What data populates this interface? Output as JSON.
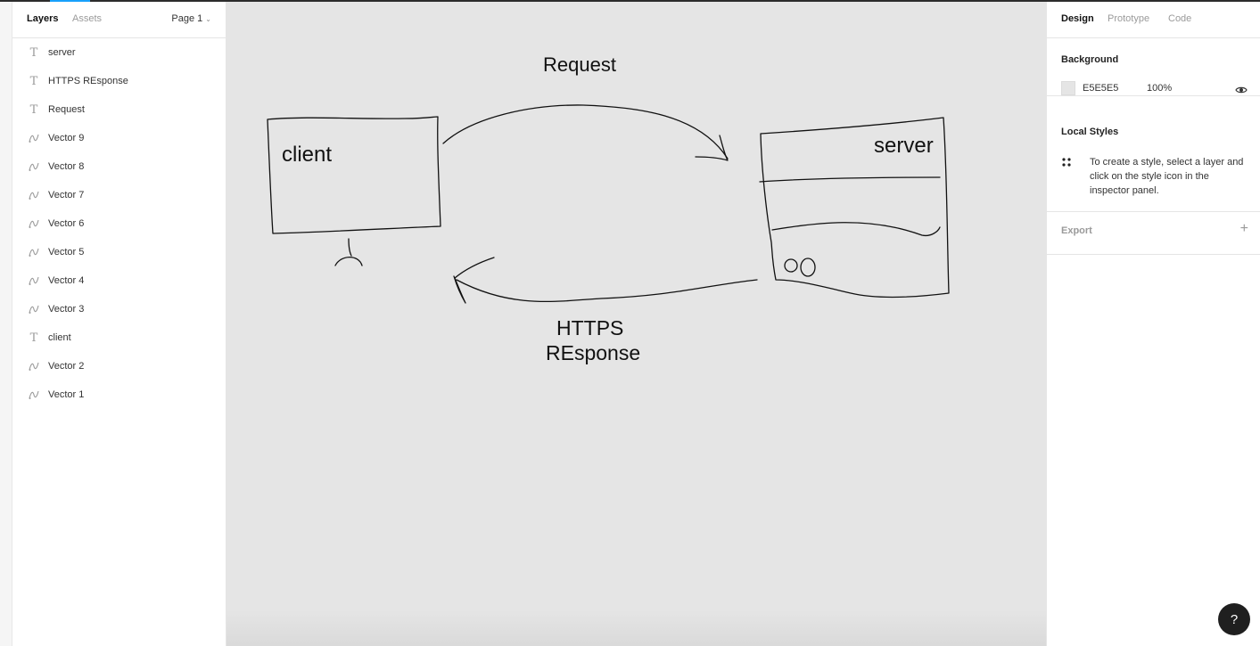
{
  "left_panel": {
    "tabs": [
      {
        "label": "Layers",
        "active": true
      },
      {
        "label": "Assets",
        "active": false
      }
    ],
    "page_selector": "Page 1",
    "layers": [
      {
        "name": "server",
        "type": "text"
      },
      {
        "name": "HTTPS REsponse",
        "type": "text"
      },
      {
        "name": "Request",
        "type": "text"
      },
      {
        "name": "Vector 9",
        "type": "vector"
      },
      {
        "name": "Vector 8",
        "type": "vector"
      },
      {
        "name": "Vector 7",
        "type": "vector"
      },
      {
        "name": "Vector 6",
        "type": "vector"
      },
      {
        "name": "Vector 5",
        "type": "vector"
      },
      {
        "name": "Vector 4",
        "type": "vector"
      },
      {
        "name": "Vector 3",
        "type": "vector"
      },
      {
        "name": "client",
        "type": "text"
      },
      {
        "name": "Vector 2",
        "type": "vector"
      },
      {
        "name": "Vector 1",
        "type": "vector"
      }
    ]
  },
  "canvas": {
    "background": "#E5E5E5",
    "texts": {
      "request": "Request",
      "client": "client",
      "server": "server",
      "response_line1": "HTTPS",
      "response_line2": "REsponse"
    }
  },
  "right_panel": {
    "tabs": [
      {
        "label": "Design",
        "active": true
      },
      {
        "label": "Prototype",
        "active": false
      },
      {
        "label": "Code",
        "active": false
      }
    ],
    "background": {
      "title": "Background",
      "hex": "E5E5E5",
      "opacity": "100%",
      "swatch_color": "#E5E5E5"
    },
    "local_styles": {
      "title": "Local Styles",
      "help_text": "To create a style, select a layer and click on the style icon in the inspector panel."
    },
    "export": {
      "title": "Export"
    }
  },
  "help_button": "?",
  "colors": {
    "accent": "#18A0FB",
    "canvas": "#E5E5E5",
    "ink": "#111111"
  }
}
